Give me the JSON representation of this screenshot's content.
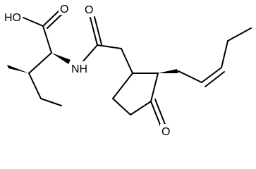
{
  "labels": {
    "hydroxyl": "HO",
    "acid_carbonyl_oxygen": "O",
    "amide_nitrogen": "NH",
    "amide_carbonyl_oxygen": "O",
    "ketone_oxygen": "O"
  },
  "colors": {
    "background": "#ffffff",
    "ink": "#000000"
  }
}
